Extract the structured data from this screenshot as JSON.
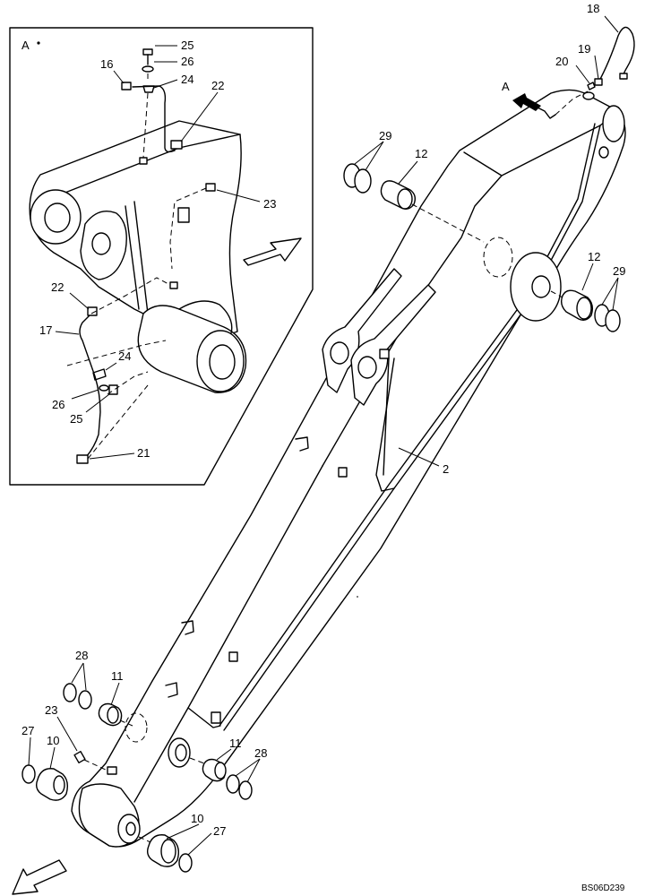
{
  "inset": {
    "view_label": "A"
  },
  "view_arrow": {
    "label": "A"
  },
  "callouts": [
    {
      "id": "c25a",
      "text": "25"
    },
    {
      "id": "c26a",
      "text": "26"
    },
    {
      "id": "c16",
      "text": "16"
    },
    {
      "id": "c24a",
      "text": "24"
    },
    {
      "id": "c22a",
      "text": "22"
    },
    {
      "id": "c23a",
      "text": "23"
    },
    {
      "id": "c22b",
      "text": "22"
    },
    {
      "id": "c17",
      "text": "17"
    },
    {
      "id": "c24b",
      "text": "24"
    },
    {
      "id": "c26b",
      "text": "26"
    },
    {
      "id": "c25b",
      "text": "25"
    },
    {
      "id": "c21",
      "text": "21"
    },
    {
      "id": "c18",
      "text": "18"
    },
    {
      "id": "c19",
      "text": "19"
    },
    {
      "id": "c20",
      "text": "20"
    },
    {
      "id": "c29a",
      "text": "29"
    },
    {
      "id": "c12a",
      "text": "12"
    },
    {
      "id": "c12b",
      "text": "12"
    },
    {
      "id": "c29b",
      "text": "29"
    },
    {
      "id": "c2",
      "text": "2"
    },
    {
      "id": "c28a",
      "text": "28"
    },
    {
      "id": "c11a",
      "text": "11"
    },
    {
      "id": "c23b",
      "text": "23"
    },
    {
      "id": "c27a",
      "text": "27"
    },
    {
      "id": "c10a",
      "text": "10"
    },
    {
      "id": "c11b",
      "text": "11"
    },
    {
      "id": "c28b",
      "text": "28"
    },
    {
      "id": "c10b",
      "text": "10"
    },
    {
      "id": "c27b",
      "text": "27"
    }
  ],
  "drawing_code": "BS06D239"
}
